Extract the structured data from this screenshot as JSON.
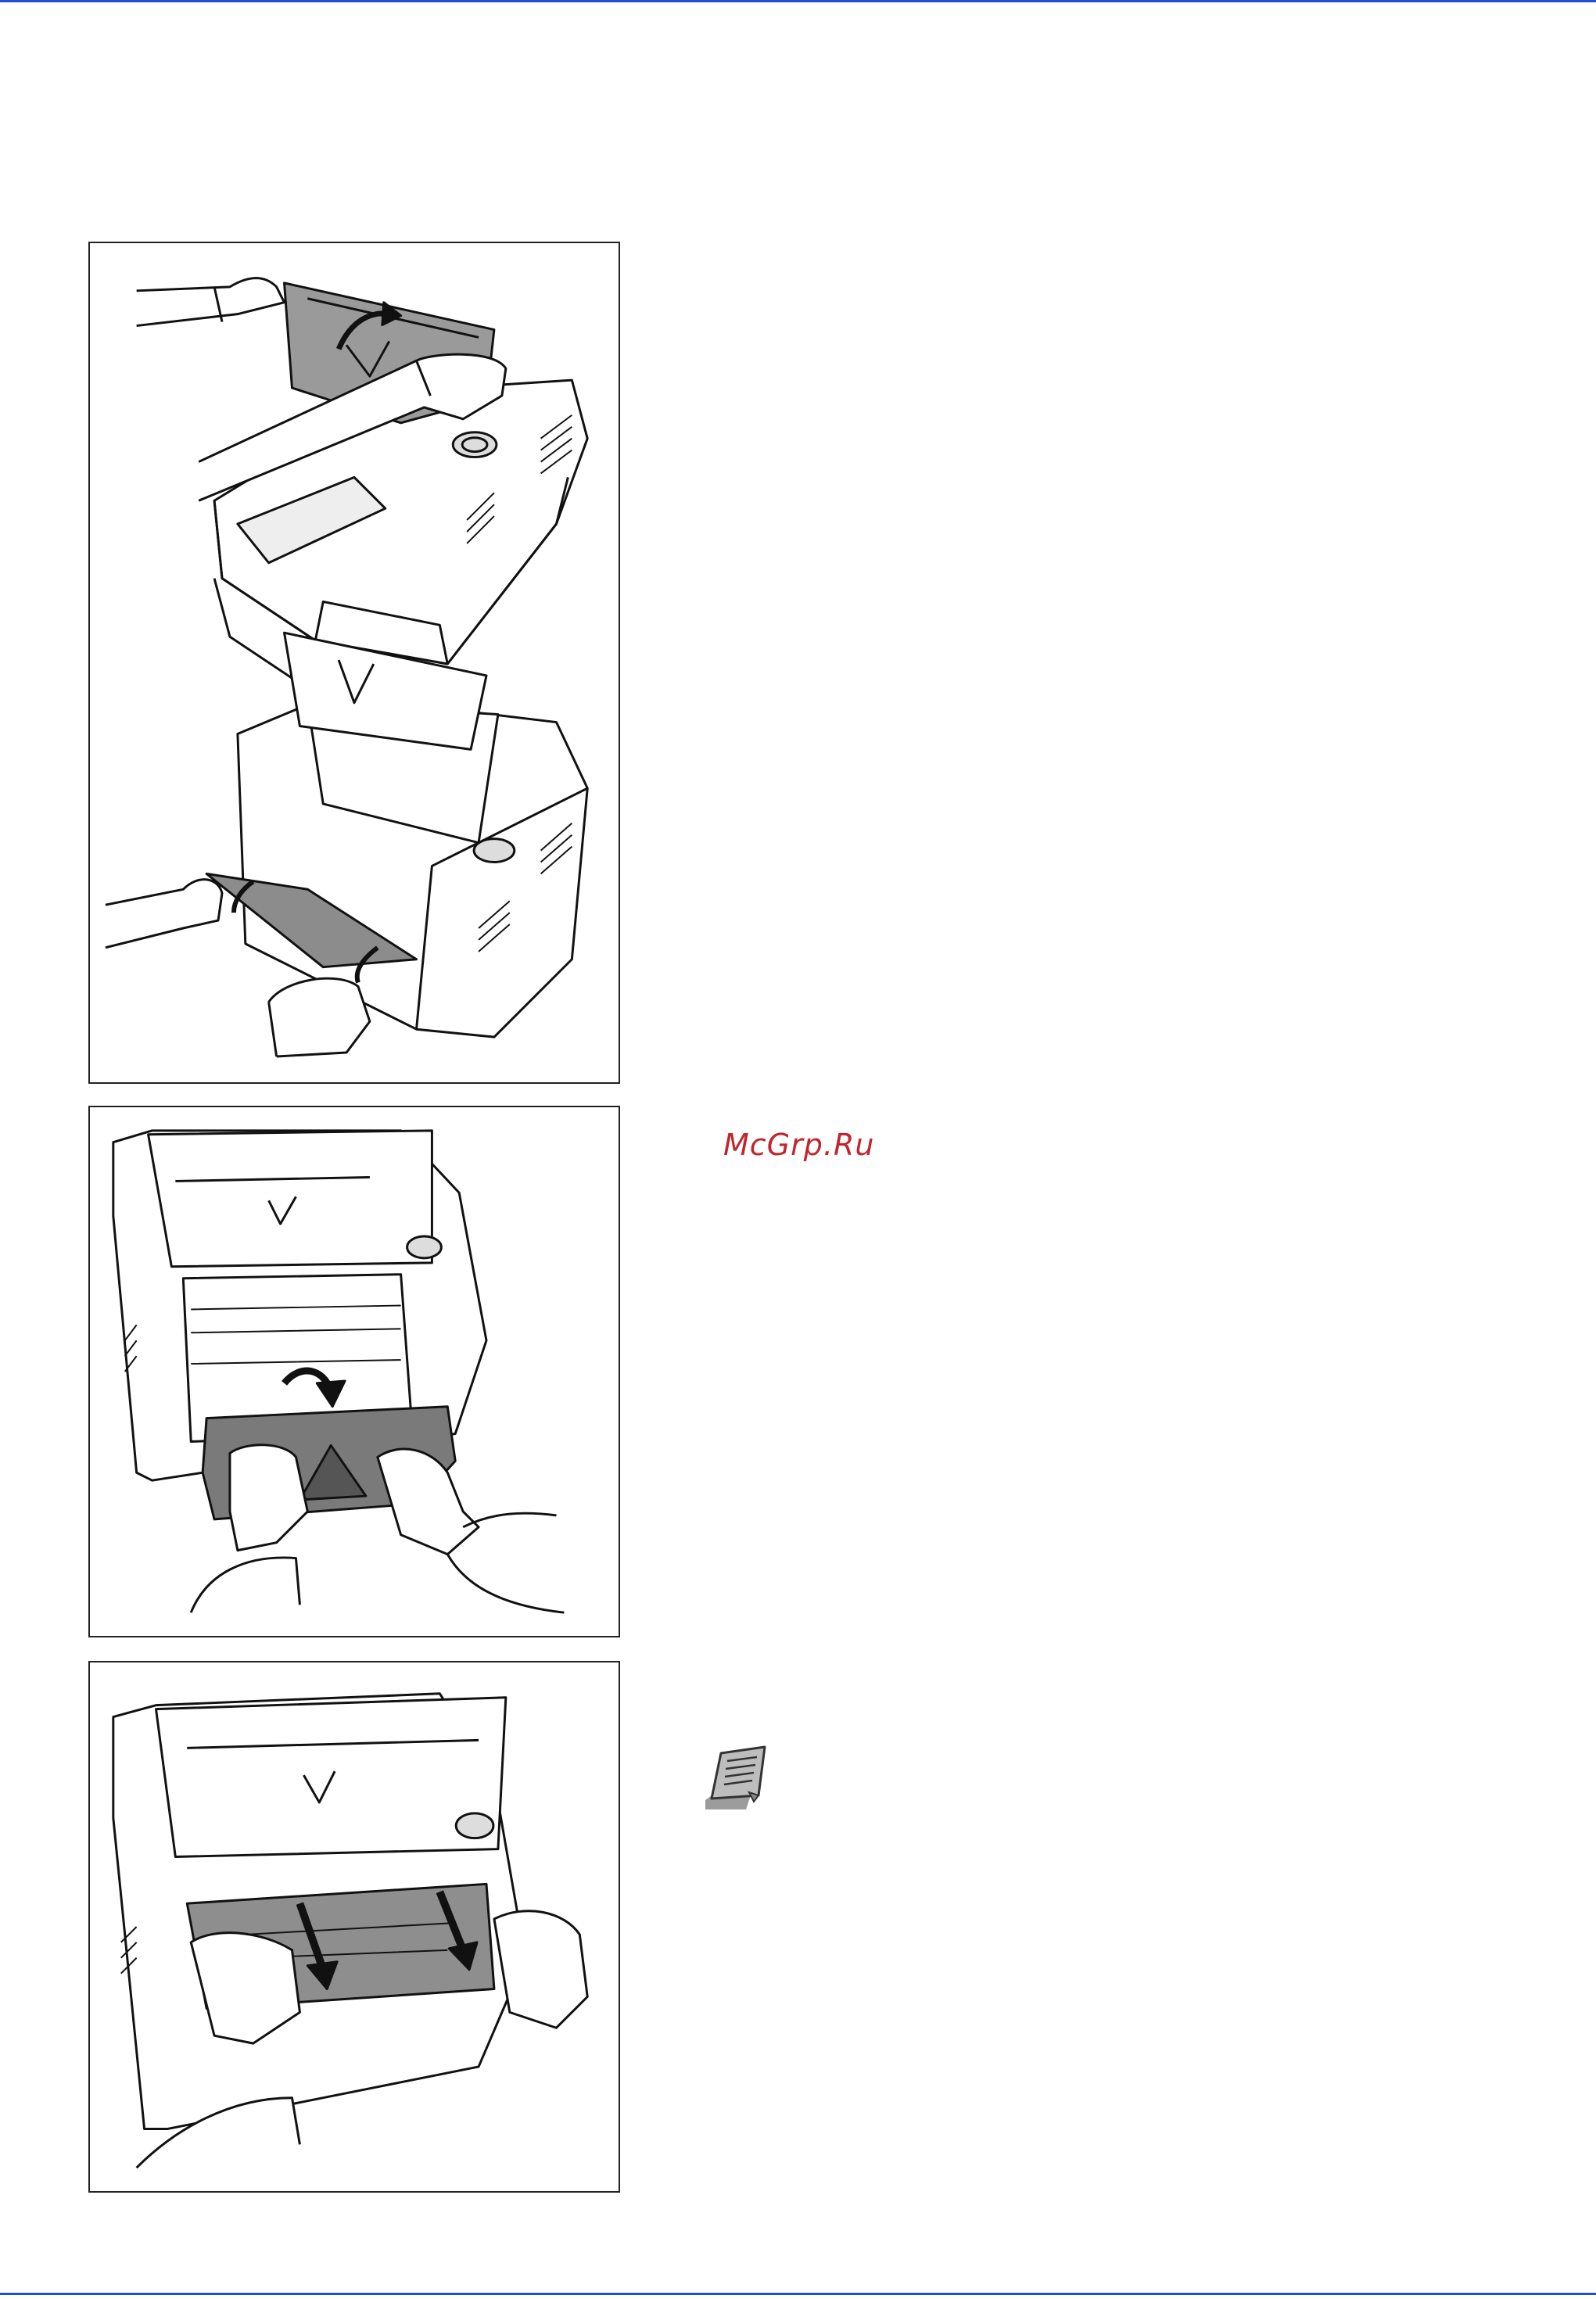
{
  "page": {
    "rule_color": "#1f4fd6"
  },
  "watermark": {
    "text": "McGrp.Ru",
    "color": "#c0262b"
  },
  "figures": [
    {
      "icon": "printer-open-top-cover-illustration"
    },
    {
      "icon": "printer-remove-developer-unit-illustration"
    },
    {
      "icon": "printer-remove-drum-unit-illustration"
    }
  ],
  "note": {
    "icon": "note-icon"
  }
}
